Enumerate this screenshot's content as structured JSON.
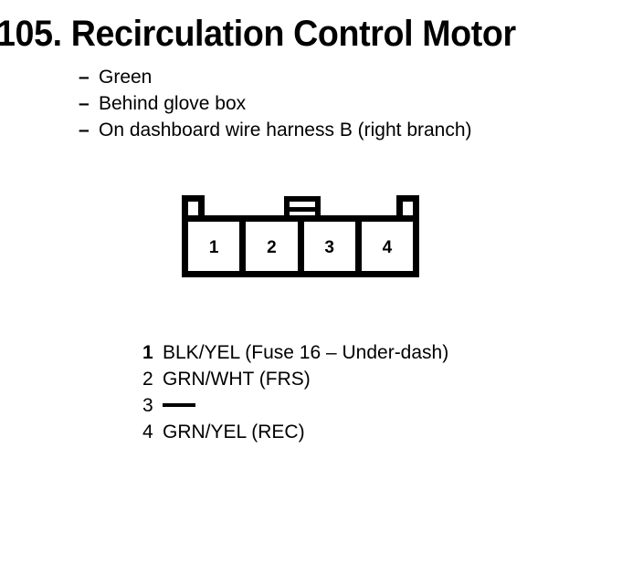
{
  "page": {
    "background_color": "#ffffff",
    "text_color": "#000000"
  },
  "title": {
    "number": "105.",
    "name": "Recirculation Control Motor",
    "full": "105. Recirculation Control Motor"
  },
  "attributes": {
    "dash": "–",
    "items": [
      {
        "label": "Green"
      },
      {
        "label": "Behind glove box"
      },
      {
        "label": "On dashboard wire harness B (right branch)"
      }
    ]
  },
  "connector": {
    "type": "4-cavity-connector",
    "cavity_count": 4,
    "cavities": [
      {
        "number": "1"
      },
      {
        "number": "2"
      },
      {
        "number": "3"
      },
      {
        "number": "4"
      }
    ],
    "features": {
      "latch_tab": "top-center-latch-tab",
      "left_notch": "top-left-corner-notch",
      "right_notch": "top-right-corner-notch"
    }
  },
  "pin_legend": {
    "rows": [
      {
        "pin": "1",
        "description": "BLK/YEL (Fuse 16 – Under-dash)",
        "blank": false
      },
      {
        "pin": "2",
        "description": "GRN/WHT (FRS)",
        "blank": false
      },
      {
        "pin": "3",
        "description": "",
        "blank": true
      },
      {
        "pin": "4",
        "description": "GRN/YEL (REC)",
        "blank": false
      }
    ]
  }
}
